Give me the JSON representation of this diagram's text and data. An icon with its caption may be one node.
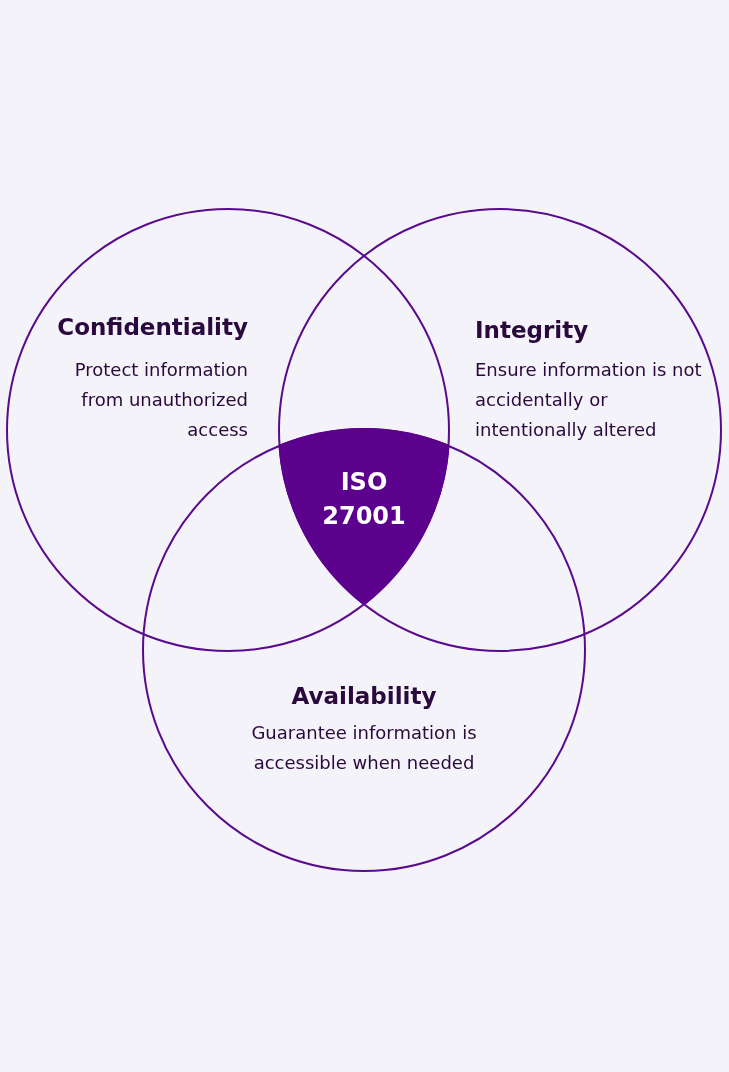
{
  "diagram": {
    "nodes": [
      {
        "text": [
          "Confidentiality",
          "Protect information from unauthorized access"
        ]
      },
      {
        "text": [
          "Integrity",
          "Ensure information is not accidentally or intentionally altered"
        ]
      },
      {
        "text": [
          "Availability",
          "Guarantee information is accessible when needed"
        ]
      },
      {
        "text": [
          "ISO 27001"
        ]
      }
    ],
    "edges": []
  }
}
